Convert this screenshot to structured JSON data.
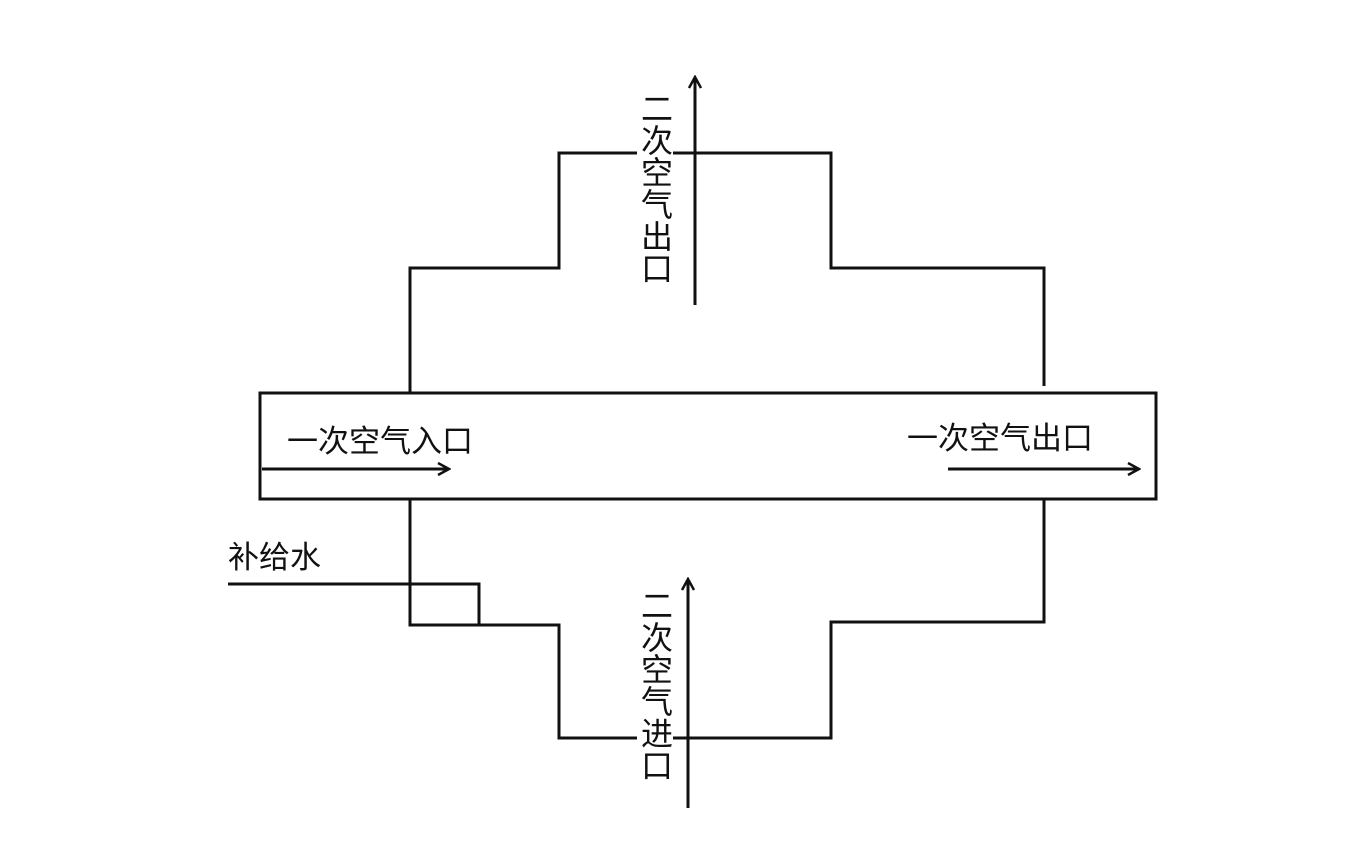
{
  "diagram": {
    "labels": {
      "secondary_air_outlet": "二次空气出口",
      "secondary_air_inlet": "二次空气进口",
      "primary_air_inlet": "一次空气入口",
      "primary_air_outlet": "一次空气出口",
      "makeup_water": "补给水"
    },
    "colors": {
      "line": "#111111",
      "background": "#ffffff"
    }
  }
}
